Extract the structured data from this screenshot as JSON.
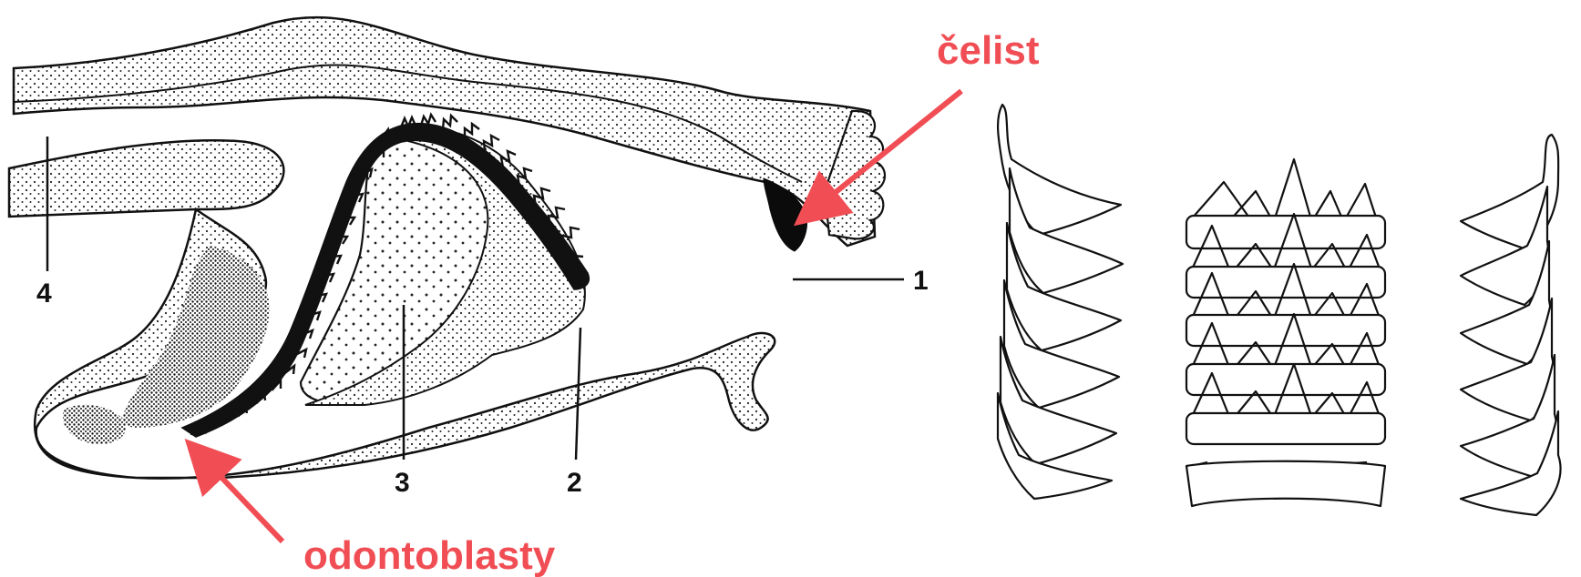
{
  "labels": {
    "num1": "1",
    "num2": "2",
    "num3": "3",
    "num4": "4",
    "celist": "čelist",
    "odontoblasty": "odontoblasty"
  },
  "colors": {
    "annotation": "#f04e54",
    "ink": "#111111",
    "background": "#ffffff"
  }
}
